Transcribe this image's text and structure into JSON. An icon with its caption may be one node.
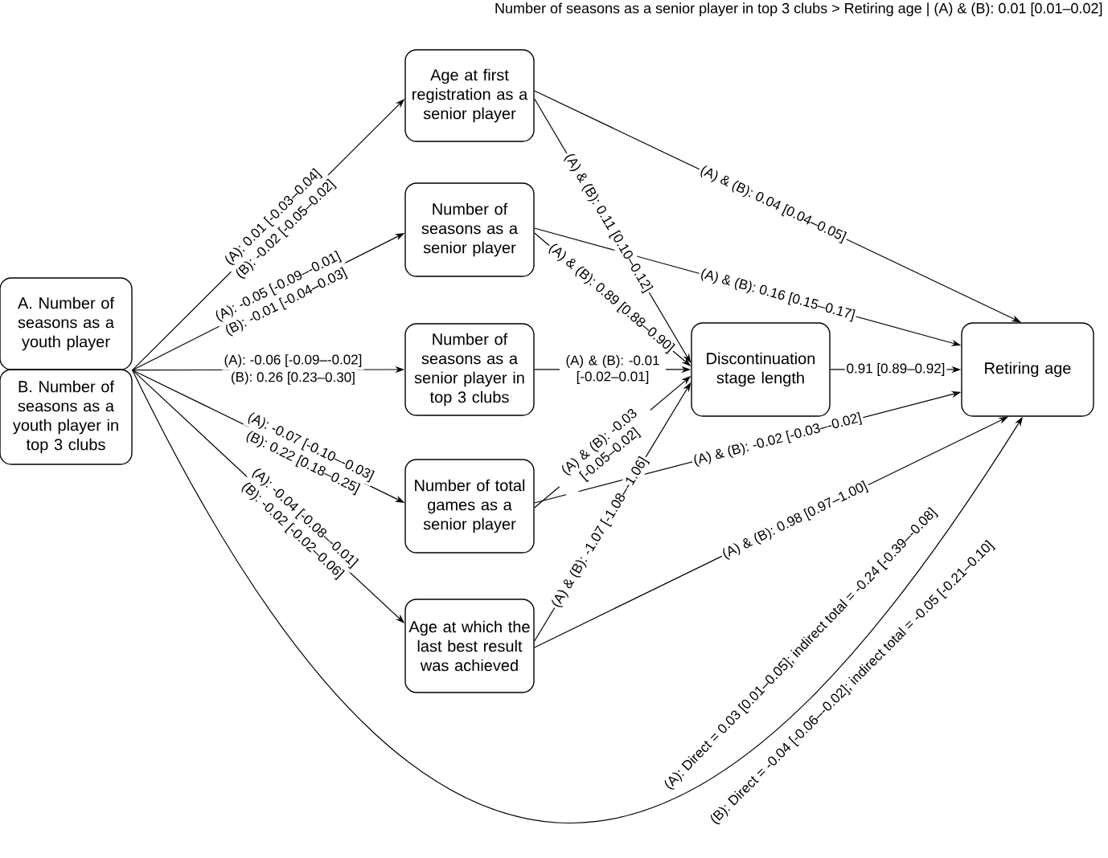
{
  "diagram": {
    "nodes": [
      {
        "text": [
          "A. Number of seasons as a youth player"
        ]
      },
      {
        "text": [
          "B. Number of seasons as a youth player in top 3 clubs"
        ]
      },
      {
        "text": [
          "Age at first registration as a senior player"
        ]
      },
      {
        "text": [
          "Number of seasons as a senior player"
        ]
      },
      {
        "text": [
          "Number of seasons as a senior player in top 3 clubs"
        ]
      },
      {
        "text": [
          "Number of total games as a senior player"
        ]
      },
      {
        "text": [
          "Age at which the last best result was achieved"
        ]
      },
      {
        "text": [
          "Discontinuation stage length"
        ]
      },
      {
        "text": [
          "Retiring age"
        ]
      }
    ],
    "edges": [
      {
        "from": 0,
        "to": 2,
        "arrow": "to",
        "label": "(A): 0.01 [-0.03–0.04]"
      },
      {
        "from": 1,
        "to": 2,
        "arrow": "to",
        "label": "(B): -0.02 [-0.05–0.02]"
      },
      {
        "from": 0,
        "to": 3,
        "arrow": "to",
        "label": "(A): -0.05 [-0.09–-0.01]"
      },
      {
        "from": 1,
        "to": 3,
        "arrow": "to",
        "label": "(B): -0.01 [-0.04–0.03]"
      },
      {
        "from": 0,
        "to": 4,
        "arrow": "to",
        "label": "(A): -0.06 [-0.09–-0.02]"
      },
      {
        "from": 1,
        "to": 4,
        "arrow": "to",
        "label": "(B): 0.26 [0.23–0.30]"
      },
      {
        "from": 0,
        "to": 5,
        "arrow": "to",
        "label": "(A): -0.07 [-0.10–-0.03]"
      },
      {
        "from": 1,
        "to": 5,
        "arrow": "to",
        "label": "(B): 0.22 [0.18–0.25]"
      },
      {
        "from": 0,
        "to": 6,
        "arrow": "to",
        "label": "(A): -0.04 [-0.08–-0.01]"
      },
      {
        "from": 1,
        "to": 6,
        "arrow": "to",
        "label": "(B): -0.02 [-0.02–0.06]"
      },
      {
        "from": 0,
        "to": 8,
        "arrow": "to",
        "label": "(A): Direct = 0.03 [0.01–0.05]; indirect total = -0.24 [-0.39–-0.08]"
      },
      {
        "from": 1,
        "to": 8,
        "arrow": "to",
        "label": "(B): Direct = -0.04 [-0.06–-0.02]; indirect total = -0.05 [-0.21–0.10]"
      },
      {
        "from": 2,
        "to": 7,
        "arrow": "to",
        "label": "(A) & (B): 0.11 [0.10–0.12]"
      },
      {
        "from": 2,
        "to": 8,
        "arrow": "to",
        "label": "(A) & (B): 0.04 [0.04–0.05]"
      },
      {
        "from": 3,
        "to": 7,
        "arrow": "to",
        "label": "(A) & (B): 0.89 [0.88–0.90]"
      },
      {
        "from": 3,
        "to": 8,
        "arrow": "to",
        "label": "(A) & (B): 0.16 [0.15–0.17]"
      },
      {
        "from": 4,
        "to": 7,
        "arrow": "to",
        "label": "(A) & (B): -0.01 [-0.02–0.01]"
      },
      {
        "from": 5,
        "to": 7,
        "arrow": "to",
        "label": "(A) & (B): -0.03 [-0.05–0.02]"
      },
      {
        "from": 5,
        "to": 8,
        "arrow": "to",
        "label": "(A) & (B): -0.02 [-0.03–-0.02]"
      },
      {
        "from": 6,
        "to": 7,
        "arrow": "to",
        "label": "(A) & (B): -1.07 [-1.08–-1.06]"
      },
      {
        "from": 6,
        "to": 8,
        "arrow": "to",
        "label": "(A) & (B): 0.98 [0.97–1.00]"
      },
      {
        "from": 7,
        "to": 8,
        "arrow": "to",
        "label": "0.91 [0.89–0.92]"
      }
    ],
    "labels": [
      "Number of seasons as a senior player in top 3 clubs > Retiring age | (A) & (B): 0.01 [0.01–0.02]"
    ]
  }
}
